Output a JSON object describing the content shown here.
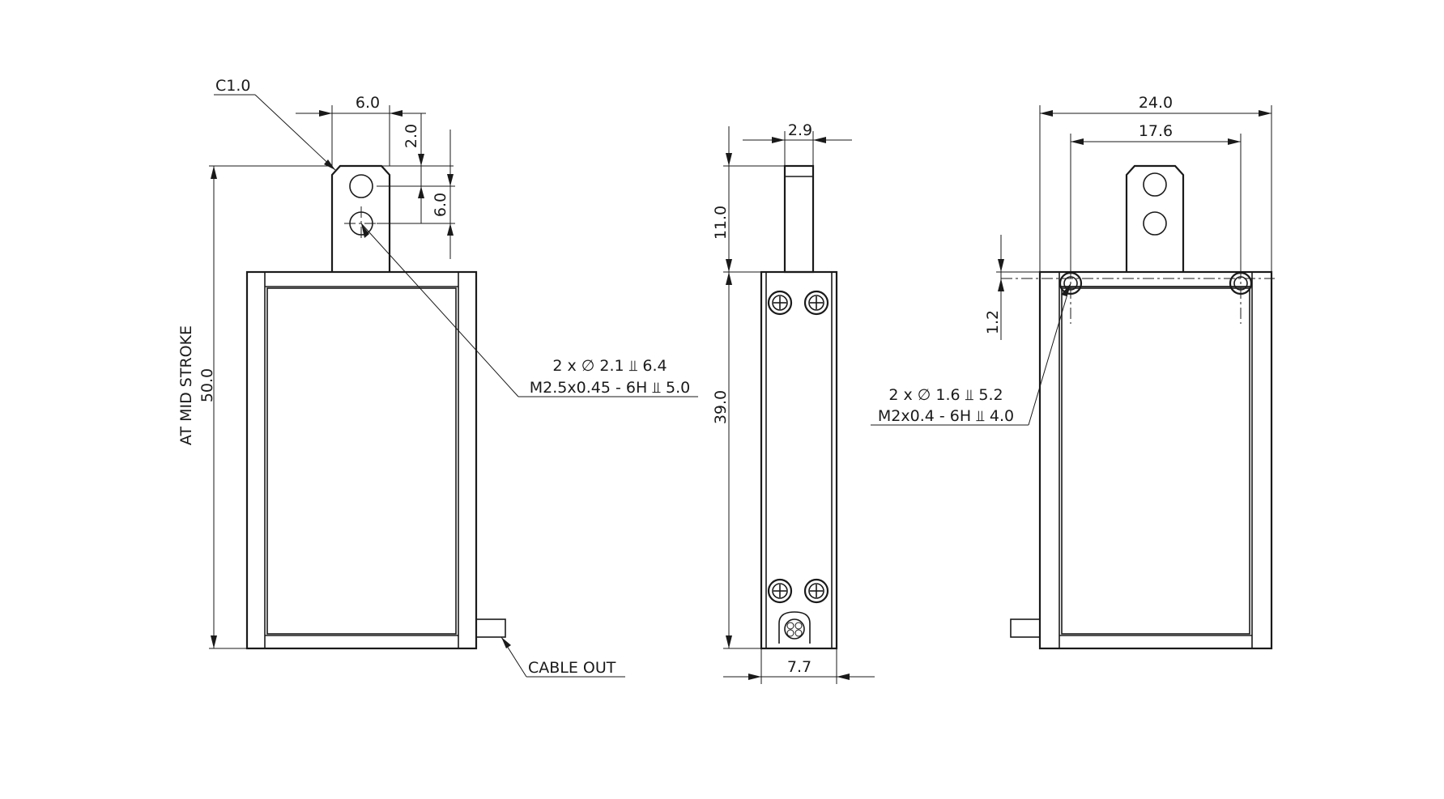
{
  "front_view": {
    "chamfer_label": "C1.0",
    "tab_width": "6.0",
    "hole_top_offset": "2.0",
    "hole_pitch": "6.0",
    "overall_height": "50.0",
    "height_note": "AT MID STROKE",
    "hole_note_line1": "2 x ∅ 2.1 ⫫ 6.4",
    "hole_note_line2": "M2.5x0.45 - 6H ⫫ 5.0",
    "cable_label": "CABLE OUT"
  },
  "side_view": {
    "tab_thickness": "2.9",
    "tab_height": "11.0",
    "body_height": "39.0",
    "body_depth": "7.7"
  },
  "back_view": {
    "overall_width": "24.0",
    "hole_spacing": "17.6",
    "hole_offset": "1.2",
    "hole_note_line1": "2 x ∅ 1.6 ⫫ 5.2",
    "hole_note_line2": "M2x0.4 - 6H ⫫ 4.0"
  }
}
